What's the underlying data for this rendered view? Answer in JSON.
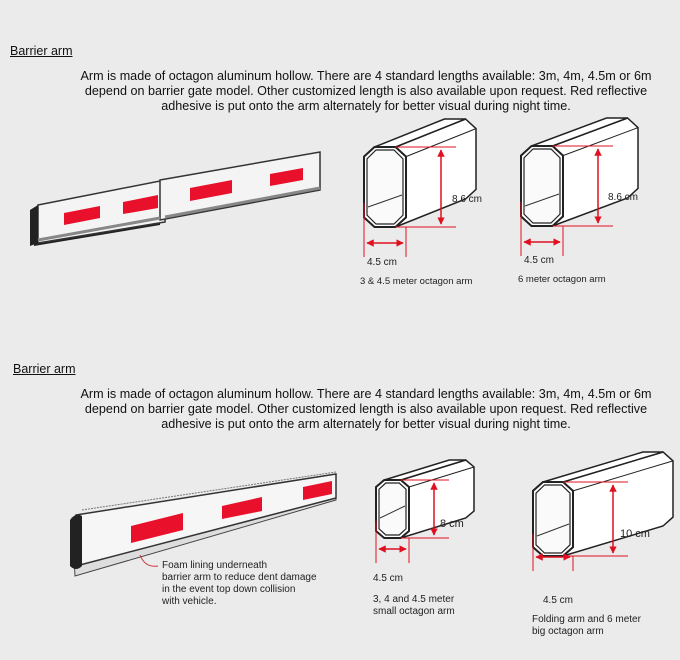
{
  "sections": [
    {
      "heading": "Barrier arm",
      "paragraph": [
        "Arm is made of octagon aluminum hollow.  There are 4 standard lengths available: 3m, 4m, 4.5m or 6m",
        "depend on barrier gate model.  Other customized length is also available upon request.  Red reflective",
        "adhesive is put onto the arm alternately for better visual during night time."
      ],
      "diagrams": [
        {
          "height_label": "8.6 cm",
          "width_label": "4.5 cm",
          "caption": "3 & 4.5 meter octagon arm"
        },
        {
          "height_label": "8.6 cm",
          "width_label": "4.5 cm",
          "caption": "6 meter octagon arm"
        }
      ]
    },
    {
      "heading": "Barrier arm",
      "paragraph": [
        "Arm is made of octagon aluminum hollow.  There are 4 standard lengths available: 3m, 4m, 4.5m or 6m",
        "depend on barrier gate model.  Other customized length is also available upon request.  Red reflective",
        "adhesive is put onto the arm alternately for better visual during night time."
      ],
      "foam_note": [
        "Foam lining underneath",
        "barrier arm to reduce dent damage",
        "in the event top down collision",
        "with vehicle."
      ],
      "diagrams": [
        {
          "height_label": "8 cm",
          "width_label": "4.5 cm",
          "caption": [
            "3, 4 and 4.5 meter",
            "small octagon arm"
          ]
        },
        {
          "height_label": "10 cm",
          "width_label": "4.5 cm",
          "caption": [
            "Folding arm and 6 meter",
            "big octagon arm"
          ]
        }
      ]
    }
  ],
  "colors": {
    "reflective": "#e8102a",
    "dimension": "#e01020",
    "background": "#ebebeb"
  }
}
